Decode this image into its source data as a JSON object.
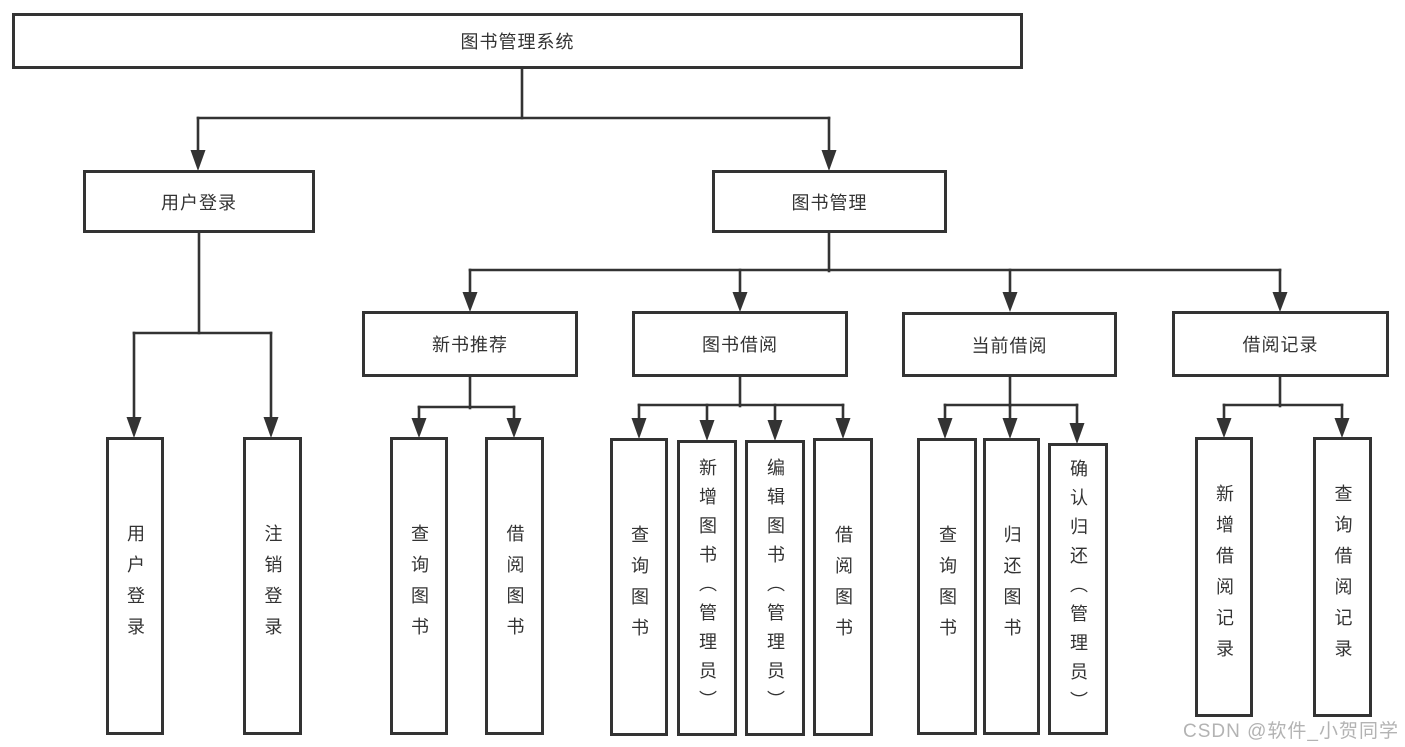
{
  "tree": {
    "root": "图书管理系统",
    "branches": [
      {
        "label": "用户登录",
        "children": [
          "用户登录",
          "注销登录"
        ]
      },
      {
        "label": "图书管理",
        "sections": [
          {
            "label": "新书推荐",
            "children": [
              "查询图书",
              "借阅图书"
            ]
          },
          {
            "label": "图书借阅",
            "children": [
              "查询图书",
              "新增图书（管理员）",
              "编辑图书（管理员）",
              "借阅图书"
            ]
          },
          {
            "label": "当前借阅",
            "children": [
              "查询图书",
              "归还图书",
              "确认归还（管理员）"
            ]
          },
          {
            "label": "借阅记录",
            "children": [
              "新增借阅记录",
              "查询借阅记录"
            ]
          }
        ]
      }
    ]
  },
  "watermark": "CSDN @软件_小贺同学",
  "colors": {
    "line": "#333333",
    "text": "#333333",
    "watermark": "#b3b3b3",
    "background": "#ffffff"
  }
}
